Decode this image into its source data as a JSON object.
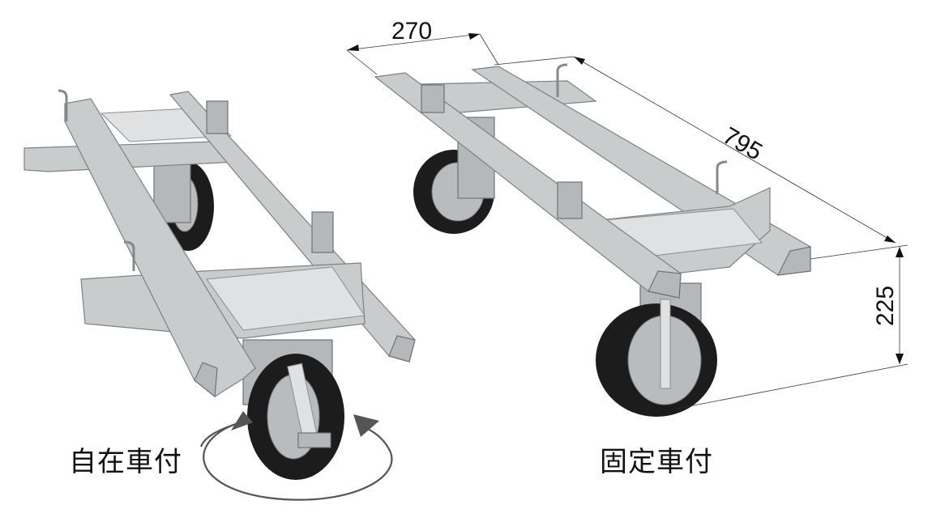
{
  "dimensions": {
    "width_mm": "270",
    "length_mm": "795",
    "height_mm": "225"
  },
  "labels": {
    "swivel": "自在車付",
    "fixed": "固定車付"
  },
  "colors": {
    "metal": "#c9cccd",
    "tire": "#1c1c1c",
    "text": "#111111"
  }
}
